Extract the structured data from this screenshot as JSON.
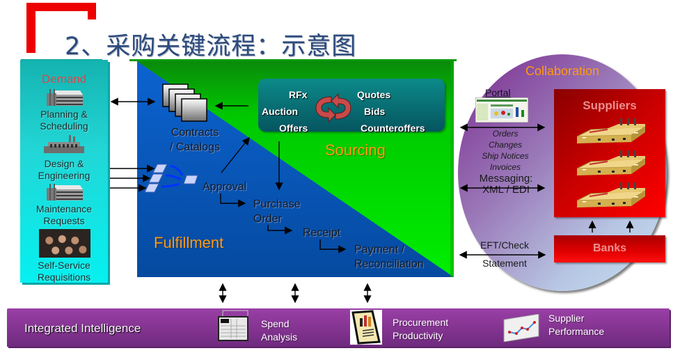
{
  "title": {
    "text": "2、采购关键流程：示意图",
    "accent_color": "#ee0000",
    "text_color": "#2c4a7c"
  },
  "demand": {
    "title": "Demand",
    "items": [
      {
        "label_line1": "Planning &",
        "label_line2": "Scheduling",
        "icon": "office-building-icon"
      },
      {
        "label_line1": "Design &",
        "label_line2": "Engineering",
        "icon": "factory-icon"
      },
      {
        "label_line1": "Maintenance",
        "label_line2": "Requests",
        "icon": "office-building-icon"
      },
      {
        "label_line1": "Self-Service",
        "label_line2": "Requisitions",
        "icon": "people-crowd-photo"
      }
    ],
    "color": "#22d6d6"
  },
  "sourcing": {
    "label": "Sourcing",
    "left_items": [
      "RFx",
      "Auction",
      "Offers"
    ],
    "right_items": [
      "Quotes",
      "Bids",
      "Counteroffers"
    ],
    "cycle_icon": "cycle-arrows-icon",
    "color": "#00dd00"
  },
  "fulfillment": {
    "label": "Fulfillment",
    "contracts_line1": "Contracts",
    "contracts_line2": "/ Catalogs",
    "steps": {
      "approval": "Approval",
      "purchase_order_line1": "Purchase",
      "purchase_order_line2": "Order",
      "receipt": "Receipt",
      "payment_line1": "Payment /",
      "payment_line2": "Reconciliation"
    },
    "color": "#0a5cc8"
  },
  "collaboration": {
    "title": "Collaboration",
    "portal": "Portal",
    "documents": [
      "Orders",
      "Changes",
      "Ship Notices",
      "Invoices"
    ],
    "messaging_line1": "Messaging:",
    "messaging_line2": "XML / EDI",
    "payment_top": "EFT/Check",
    "payment_bottom": "Statement",
    "suppliers": "Suppliers",
    "banks": "Banks",
    "title_color": "#ff9a10",
    "red": "#dd0000"
  },
  "intelligence": {
    "title": "Integrated Intelligence",
    "items": [
      {
        "line1": "Spend",
        "line2": "Analysis",
        "icon": "spreadsheet-icon"
      },
      {
        "line1": "Procurement",
        "line2": "Productivity",
        "icon": "report-book-icon"
      },
      {
        "line1": "Supplier",
        "line2": "Performance",
        "icon": "line-chart-icon"
      }
    ],
    "color": "#8a3598"
  }
}
